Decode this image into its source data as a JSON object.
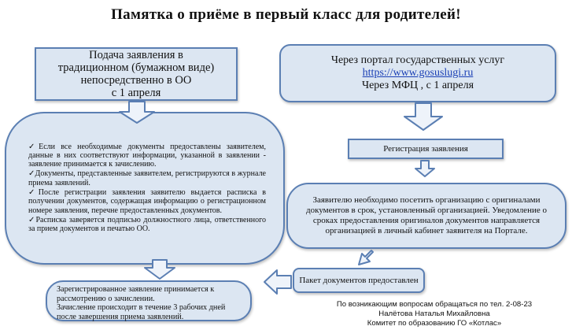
{
  "title": "Памятка о приёме в первый класс для родителей!",
  "paper_box": {
    "lines": [
      "Подача заявления в",
      "традиционном (бумажном виде)",
      "непосредственно в ОО",
      "с  1 апреля"
    ]
  },
  "portal_box": {
    "line1": "Через портал государственных услуг",
    "link": "https://www.gosuslugi.ru",
    "line3": "Через МФЦ , с 1 апреля"
  },
  "checklist": [
    "✓Если все необходимые документы предоставлены заявителем, данные в них соответствуют информации, указанной в заявлении - заявление принимается к зачислению.",
    "✓Документы, представленные заявителем, регистрируются в журнале приема заявлений.",
    "✓После регистрации заявления заявителю выдается расписка в получении документов, содержащая информацию о регистрационном номере заявления, перечне предоставленных документов.",
    "✓Расписка заверяется подписью должностного лица, ответственного за прием документов и печатью ОО."
  ],
  "registration_box": "Регистрация заявления",
  "visit_box": "Заявителю необходимо посетить организацию с оригиналами документов в срок, установленный организацией. Уведомление о сроках предоставления оригиналов документов направляется организацией в личный кабинет заявителя на Портале.",
  "package_box": "Пакет документов предоставлен",
  "registered_box": {
    "line1": "Зарегистрированное заявление принимается к рассмотрению о зачислении.",
    "line2": "Зачисление происходит в течение 3 рабочих дней после завершения приема заявлений."
  },
  "contact": {
    "line1": "По возникающим вопросам обращаться по тел. 2-08-23",
    "line2": "Налётова Наталья Михайловна",
    "line3": "Комитет по образованию ГО «Котлас»"
  },
  "colors": {
    "box_fill": "#dce6f2",
    "box_border": "#5b7fb3",
    "arrow_fill": "#eef3fa"
  }
}
